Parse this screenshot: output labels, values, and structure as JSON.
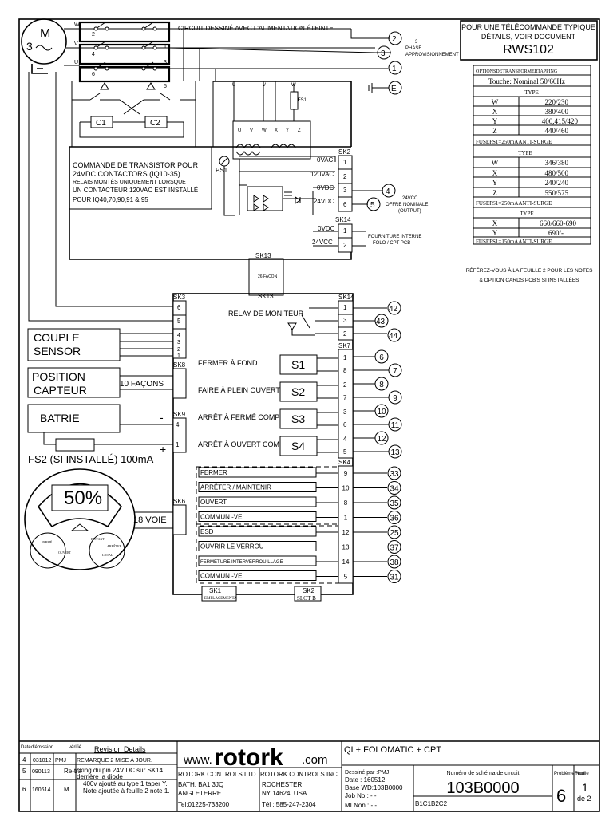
{
  "circuit_note": "CIRCUIT DESSINÉ AVEC L'ALIMENTATION ÉTEINTE",
  "motor": {
    "label": "M",
    "phase": "3",
    "terminals": [
      "W",
      "V",
      "U"
    ]
  },
  "contactor_labels": [
    "2",
    "4",
    "6",
    "1",
    "3",
    "5"
  ],
  "supply": {
    "label_1": "3",
    "label_2": "PHASE",
    "label_3": "APPROVISIONNEMENT",
    "nodes": [
      "2",
      "3",
      "1"
    ],
    "earth": "E"
  },
  "remote_note": {
    "line1": "POUR UNE TÉLÉCOMMANDE TYPIQUE",
    "line2": "DÉTAILS, VOIR DOCUMENT",
    "doc": "RWS102"
  },
  "transformer_table": {
    "title": "OPTIONSDETRANSFORMERTAPPING",
    "header": "Touche: Nominal 50/60Hz",
    "sections": [
      {
        "title": "TYPE",
        "rows": [
          [
            "W",
            "220/230"
          ],
          [
            "X",
            "380/400"
          ],
          [
            "Y",
            "400,415/420"
          ],
          [
            "Z",
            "440/460"
          ]
        ],
        "fuse": "FUSEFS1=250mAANTI-SURGE"
      },
      {
        "title": "TYPE",
        "rows": [
          [
            "W",
            "346/380"
          ],
          [
            "X",
            "480/500"
          ],
          [
            "Y",
            "240/240"
          ],
          [
            "Z",
            "550/575"
          ]
        ],
        "fuse": "FUSEFS1=250mAANTI-SURGE"
      },
      {
        "title": "TYPE",
        "rows": [
          [
            "X",
            "660/660-690"
          ],
          [
            "Y",
            "690/-"
          ]
        ],
        "fuse": "FUSEFS1=150mAANTI-SURGE"
      }
    ]
  },
  "notes_ref": {
    "line1": "RÉFÉREZ-VOUS À LA FEUILLE 2 POUR LES NOTES",
    "line2": "& OPTION CARDS PCB'S SI INSTALLÉES"
  },
  "contactors": [
    "C1",
    "C2"
  ],
  "transistor_note": {
    "line1": "COMMANDE DE TRANSISTOR POUR",
    "line2": "24VDC CONTACTORS (IQ10-35)",
    "line3": "RELAIS MONTÉS UNIQUEMENT LORSQUE",
    "line4": "UN CONTACTEUR 120VAC EST INSTALLÉ",
    "line5": "POUR IQ40,70,90,91 & 95"
  },
  "transformer": {
    "fuse": "FS1",
    "ps": "PS1",
    "taps": [
      "U",
      "V",
      "W",
      "X",
      "Y",
      "Z"
    ],
    "top_taps": [
      "U",
      "V",
      "W"
    ]
  },
  "sk2": {
    "label": "SK2",
    "pins": [
      {
        "text": "0VAC",
        "num": "1"
      },
      {
        "text": "120VAC",
        "num": "2"
      },
      {
        "text": "0VDC",
        "num": "3"
      },
      {
        "text": "24VDC",
        "num": "6"
      }
    ]
  },
  "sk14_top": {
    "label": "SK14",
    "pins": [
      {
        "text": "0VDC",
        "num": "1"
      },
      {
        "text": "24VCC",
        "num": "2"
      }
    ]
  },
  "out24": {
    "nodes": [
      "4",
      "5"
    ],
    "line1": "24VCC",
    "line2": "OFFRE NOMINALE",
    "line3": "(OUTPUT)"
  },
  "folo_note": {
    "line1": "FOURNITURE INTERNE",
    "line2": "FOLO / CPT PCB"
  },
  "sk13": {
    "top": "SK13",
    "mid": "26 FAÇON",
    "bottom": "SK13"
  },
  "sk3": {
    "label": "SK3",
    "pins": [
      "6",
      "5",
      "4",
      "3",
      "2",
      "1"
    ]
  },
  "couple": {
    "line1": "COUPLE",
    "line2": "SENSOR"
  },
  "position": {
    "line1": "POSITION",
    "line2": "CAPTEUR",
    "conn": "10 FAÇONS",
    "sk": "SK8"
  },
  "battery": {
    "label": "BATRIE",
    "sk": "SK9",
    "minus": "-",
    "plus": "+",
    "pins": [
      "4",
      "1"
    ],
    "fuse": "FS2 (SI INSTALLÉ) 100mA"
  },
  "display": {
    "percent": "50%",
    "sk": "SK6",
    "conn": "18 VOIE",
    "knob_left": [
      "FERMÉ",
      "OUVERT"
    ],
    "knob_right": [
      "DISTANT",
      "ARRÊTER",
      "LOCAL"
    ]
  },
  "relay": {
    "label": "RELAY DE MONITEUR",
    "sk": "SK14",
    "pins": [
      "1",
      "3",
      "2"
    ],
    "nodes": [
      "42",
      "43",
      "44"
    ]
  },
  "sk7": {
    "label": "SK7",
    "switches": [
      {
        "text": "FERMER À FOND",
        "s": "S1",
        "pins": [
          "1",
          "8"
        ],
        "nodes": [
          "6",
          "7"
        ]
      },
      {
        "text": "FAIRE À PLEIN OUVERT",
        "s": "S2",
        "pins": [
          "2",
          "7"
        ],
        "nodes": [
          "8",
          "9"
        ]
      },
      {
        "text": "ARRÊT À FERMÉ COMPLET",
        "s": "S3",
        "pins": [
          "3",
          "6"
        ],
        "nodes": [
          "10",
          "11"
        ]
      },
      {
        "text": "ARRÊT À OUVERT COMPLET",
        "s": "S4",
        "pins": [
          "4",
          "5"
        ],
        "nodes": [
          "12",
          "13"
        ]
      }
    ]
  },
  "sk4": {
    "label": "SK4",
    "rows": [
      {
        "text": "FERMER",
        "pin": "9",
        "node": "33"
      },
      {
        "text": "ARRÊTER / MAINTENIR",
        "pin": "10",
        "node": "34"
      },
      {
        "text": "OUVERT",
        "pin": "8",
        "node": "35"
      },
      {
        "text": "COMMUN -VE",
        "pin": "1",
        "node": "36"
      },
      {
        "text": "ESD",
        "pin": "12",
        "node": "25"
      },
      {
        "text": "OUVRIR LE VERROU",
        "pin": "13",
        "node": "37"
      },
      {
        "text": "FERMETURE INTERVERROUILLAGE",
        "pin": "14",
        "node": "38"
      },
      {
        "text": "COMMUN -VE",
        "pin": "5",
        "node": "31"
      }
    ]
  },
  "bottom_conn": {
    "sk1": "SK1",
    "sk1_sub": "EMPLACEMENTA",
    "sk2": "SK2",
    "sk2_sub": "SLOT B"
  },
  "title_block": {
    "rev_headers": {
      "date": "Date",
      "emission": "d'émission",
      "verif": "vérifié",
      "details": "Revision Details"
    },
    "revisions": [
      {
        "rev": "4",
        "date": "031012",
        "by": "PMJ",
        "details": "REMARQUE 2 MISE À JOUR."
      },
      {
        "rev": "5",
        "date": "090113",
        "by": "Re-tra",
        "details": "cking du pin 24V DC sur SK14 derrière la diode"
      },
      {
        "rev": "6",
        "date": "160614",
        "by": "M.",
        "details": "400v ajouté au type 1 taper Y. Note ajoutée à feuille 2 note 1."
      }
    ],
    "logo_pre": "www.",
    "logo": "rotork",
    "logo_post": ".com",
    "addr_uk": [
      "ROTORK CONTROLS LTD",
      "BATH, BA1 3JQ",
      "ANGLETERRE",
      "Tel:01225-733200"
    ],
    "addr_us": [
      "ROTORK CONTROLS INC",
      "ROCHESTER",
      "NY 14624, USA",
      "Tél : 585-247-2304"
    ],
    "product": "QI + FOLOMATIC + CPT",
    "drawn": "Dessiné par :PMJ",
    "date": "Date : 160512",
    "base": "Base WD:103B0000",
    "job": "Job No : - -",
    "mi": "MI Non : - -",
    "scheme_label": "Numéro de schéma de circuit",
    "scheme": "103B0000",
    "codes": "B1C1B2C2",
    "prob_label": "Problème Non",
    "prob": "6",
    "sheet_label": "Feuille",
    "sheet": "1",
    "sheet_of": "de 2"
  }
}
